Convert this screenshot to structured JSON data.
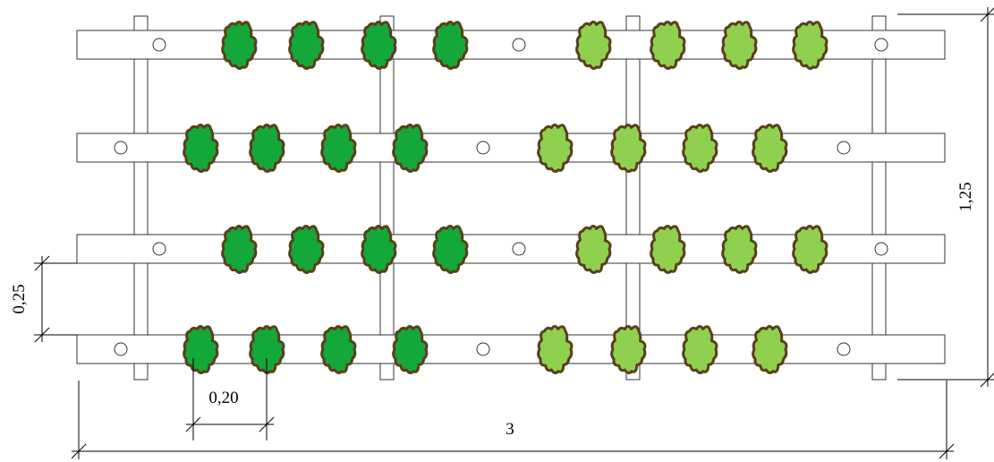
{
  "dimensions": {
    "total_width_label": "3",
    "total_height_label": "1,25",
    "row_spacing_label": "0,25",
    "plant_spacing_label": "0,20"
  },
  "rows": [
    {
      "holes": 3,
      "plants": [
        "dark",
        "dark",
        "dark",
        "dark",
        "light",
        "light",
        "light",
        "light"
      ]
    },
    {
      "holes": 3,
      "plants": [
        "dark",
        "dark",
        "dark",
        "dark",
        "light",
        "light",
        "light",
        "light"
      ]
    },
    {
      "holes": 3,
      "plants": [
        "dark",
        "dark",
        "dark",
        "dark",
        "light",
        "light",
        "light",
        "light"
      ]
    },
    {
      "holes": 3,
      "plants": [
        "dark",
        "dark",
        "dark",
        "dark",
        "light",
        "light",
        "light",
        "light"
      ]
    }
  ],
  "colors": {
    "dark_plant": "#14a83a",
    "light_plant": "#8fd14f",
    "plant_outline": "#5a3e1b"
  }
}
